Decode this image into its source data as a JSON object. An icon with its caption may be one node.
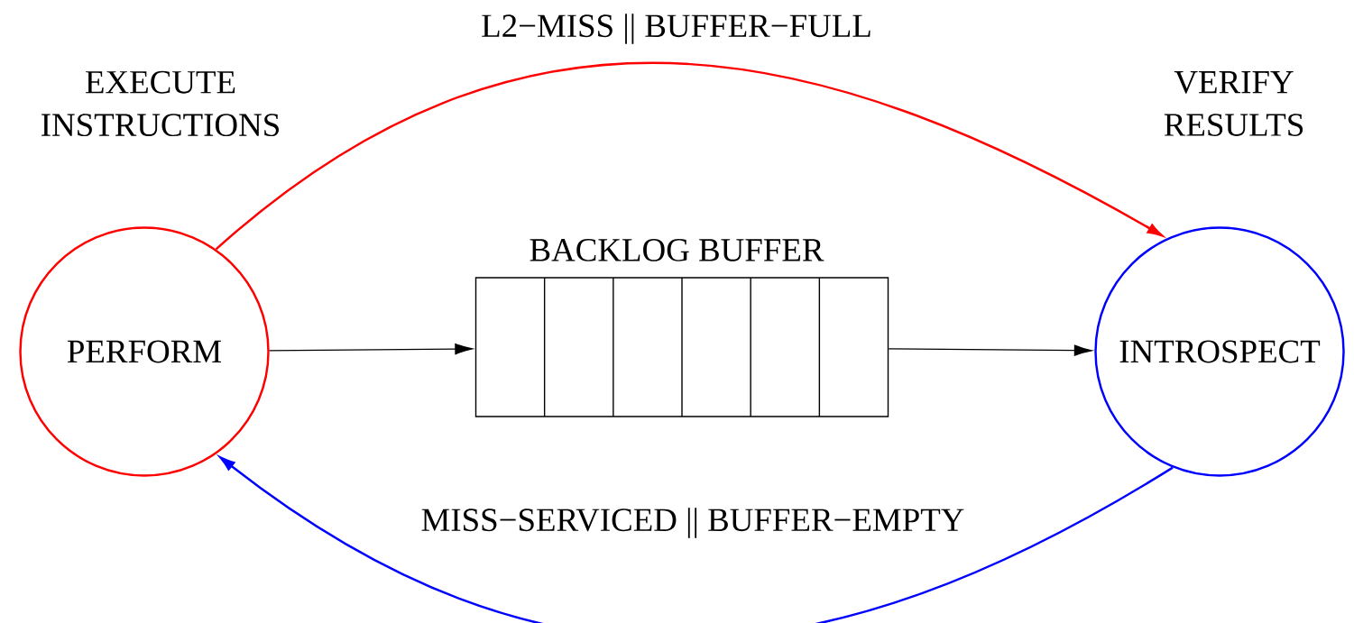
{
  "diagram": {
    "nodes": [
      {
        "text": [
          "PERFORM"
        ],
        "beside": [
          "EXECUTE INSTRUCTIONS"
        ]
      },
      {
        "text": [
          "BACKLOG BUFFER"
        ]
      },
      {
        "text": [
          "INTROSPECT"
        ],
        "beside": [
          "VERIFY RESULTS"
        ]
      }
    ],
    "edges": [
      {
        "from": 0,
        "to": 2,
        "arrow": "to",
        "label": "L2−MISS || BUFFER−FULL",
        "color": "#ff0000"
      },
      {
        "from": 0,
        "to": 1,
        "arrow": "to"
      },
      {
        "from": 1,
        "to": 2,
        "arrow": "to"
      },
      {
        "from": 2,
        "to": 0,
        "arrow": "to",
        "label": "MISS−SERVICED || BUFFER−EMPTY",
        "color": "#0000ff"
      }
    ]
  }
}
